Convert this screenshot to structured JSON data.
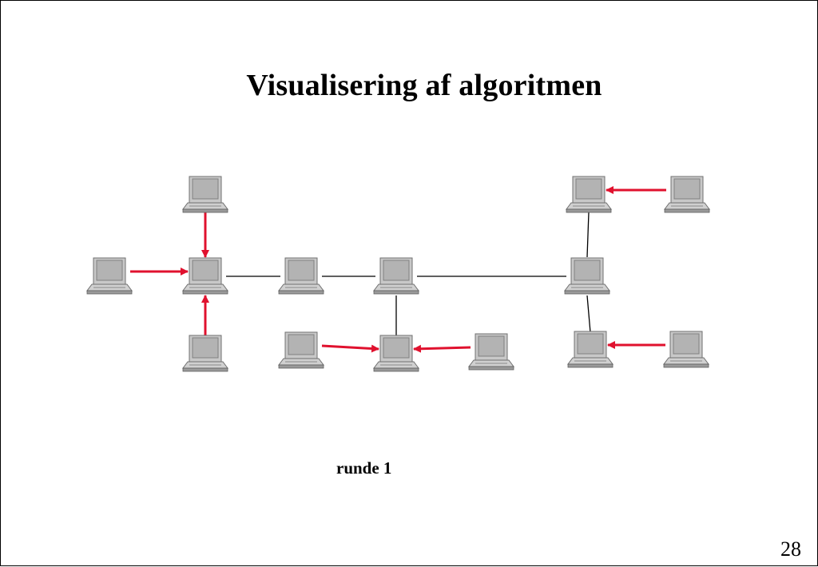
{
  "slide": {
    "title": "Visualisering af algoritmen",
    "caption": "runde 1",
    "page_number": "28"
  },
  "colors": {
    "arrow": "#e0112e",
    "link": "#000000",
    "laptop_body": "#c8c8c8",
    "laptop_screen": "#b3b3b3",
    "laptop_outline": "#707070"
  },
  "diagram": {
    "nodes": [
      {
        "id": "n1",
        "icon": "laptop-icon"
      },
      {
        "id": "n2",
        "icon": "laptop-icon"
      },
      {
        "id": "n3",
        "icon": "laptop-icon"
      },
      {
        "id": "n4",
        "icon": "laptop-icon"
      },
      {
        "id": "n5",
        "icon": "laptop-icon"
      },
      {
        "id": "n6",
        "icon": "laptop-icon"
      },
      {
        "id": "n7",
        "icon": "laptop-icon"
      },
      {
        "id": "n8",
        "icon": "laptop-icon"
      },
      {
        "id": "n9",
        "icon": "laptop-icon"
      },
      {
        "id": "n10",
        "icon": "laptop-icon"
      },
      {
        "id": "n11",
        "icon": "laptop-icon"
      },
      {
        "id": "n12",
        "icon": "laptop-icon"
      },
      {
        "id": "n13",
        "icon": "laptop-icon"
      },
      {
        "id": "n14",
        "icon": "laptop-icon"
      },
      {
        "id": "n15",
        "icon": "laptop-icon"
      }
    ],
    "links": [
      [
        "n3",
        "n4"
      ],
      [
        "n4",
        "n5"
      ],
      [
        "n5",
        "n6"
      ],
      [
        "n5",
        "n10"
      ],
      [
        "n6",
        "n13"
      ],
      [
        "n6",
        "n14"
      ]
    ],
    "arrows": [
      [
        "n1",
        "n3"
      ],
      [
        "n2",
        "n3"
      ],
      [
        "n7",
        "n3"
      ],
      [
        "n8",
        "n10"
      ],
      [
        "n9",
        "n10"
      ],
      [
        "n12",
        "n13"
      ],
      [
        "n15",
        "n14"
      ]
    ]
  }
}
